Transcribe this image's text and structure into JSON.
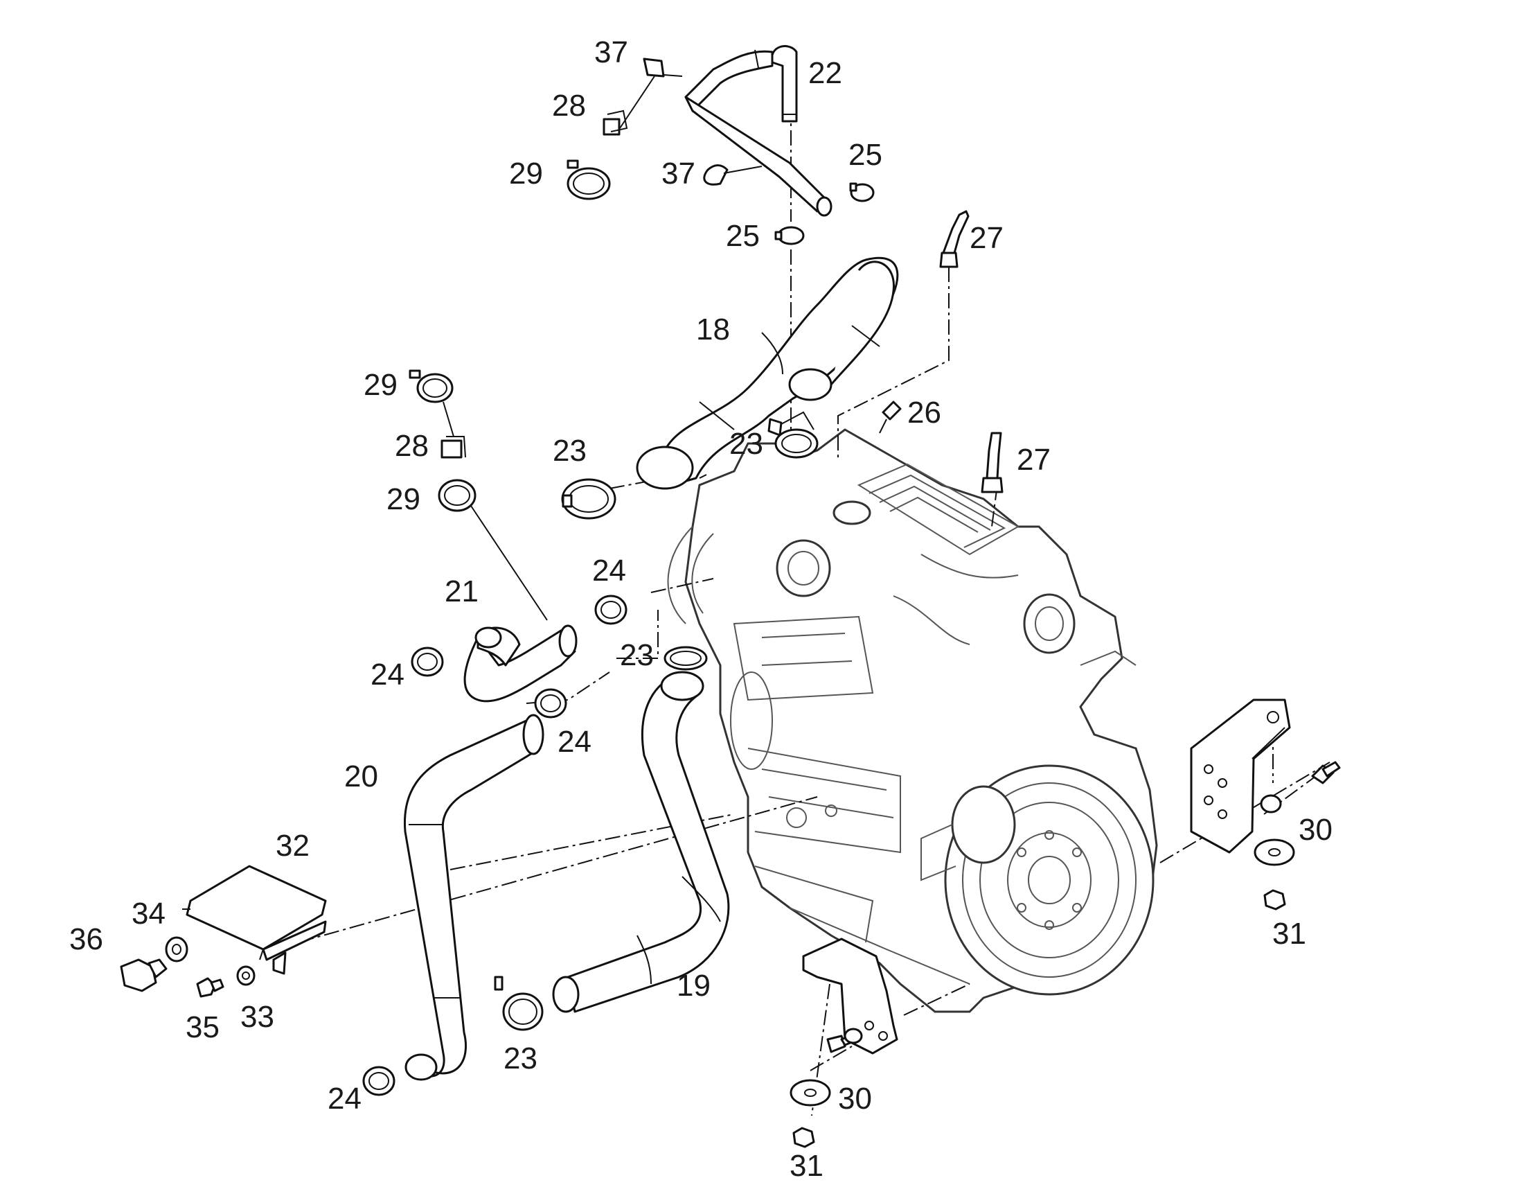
{
  "callouts": [
    {
      "id": "c-37a",
      "text": "37"
    },
    {
      "id": "c-22",
      "text": "22"
    },
    {
      "id": "c-28a",
      "text": "28"
    },
    {
      "id": "c-29a",
      "text": "29"
    },
    {
      "id": "c-37b",
      "text": "37"
    },
    {
      "id": "c-25a",
      "text": "25"
    },
    {
      "id": "c-25b",
      "text": "25"
    },
    {
      "id": "c-27a",
      "text": "27"
    },
    {
      "id": "c-18",
      "text": "18"
    },
    {
      "id": "c-29b",
      "text": "29"
    },
    {
      "id": "c-26",
      "text": "26"
    },
    {
      "id": "c-28b",
      "text": "28"
    },
    {
      "id": "c-23a",
      "text": "23"
    },
    {
      "id": "c-23b",
      "text": "23"
    },
    {
      "id": "c-27b",
      "text": "27"
    },
    {
      "id": "c-29c",
      "text": "29"
    },
    {
      "id": "c-24a",
      "text": "24"
    },
    {
      "id": "c-21",
      "text": "21"
    },
    {
      "id": "c-23c",
      "text": "23"
    },
    {
      "id": "c-24b",
      "text": "24"
    },
    {
      "id": "c-24c",
      "text": "24"
    },
    {
      "id": "c-20",
      "text": "20"
    },
    {
      "id": "c-30a",
      "text": "30"
    },
    {
      "id": "c-32",
      "text": "32"
    },
    {
      "id": "c-34",
      "text": "34"
    },
    {
      "id": "c-36",
      "text": "36"
    },
    {
      "id": "c-31a",
      "text": "31"
    },
    {
      "id": "c-19",
      "text": "19"
    },
    {
      "id": "c-35",
      "text": "35"
    },
    {
      "id": "c-33",
      "text": "33"
    },
    {
      "id": "c-23d",
      "text": "23"
    },
    {
      "id": "c-24d",
      "text": "24"
    },
    {
      "id": "c-30b",
      "text": "30"
    },
    {
      "id": "c-31b",
      "text": "31"
    }
  ]
}
